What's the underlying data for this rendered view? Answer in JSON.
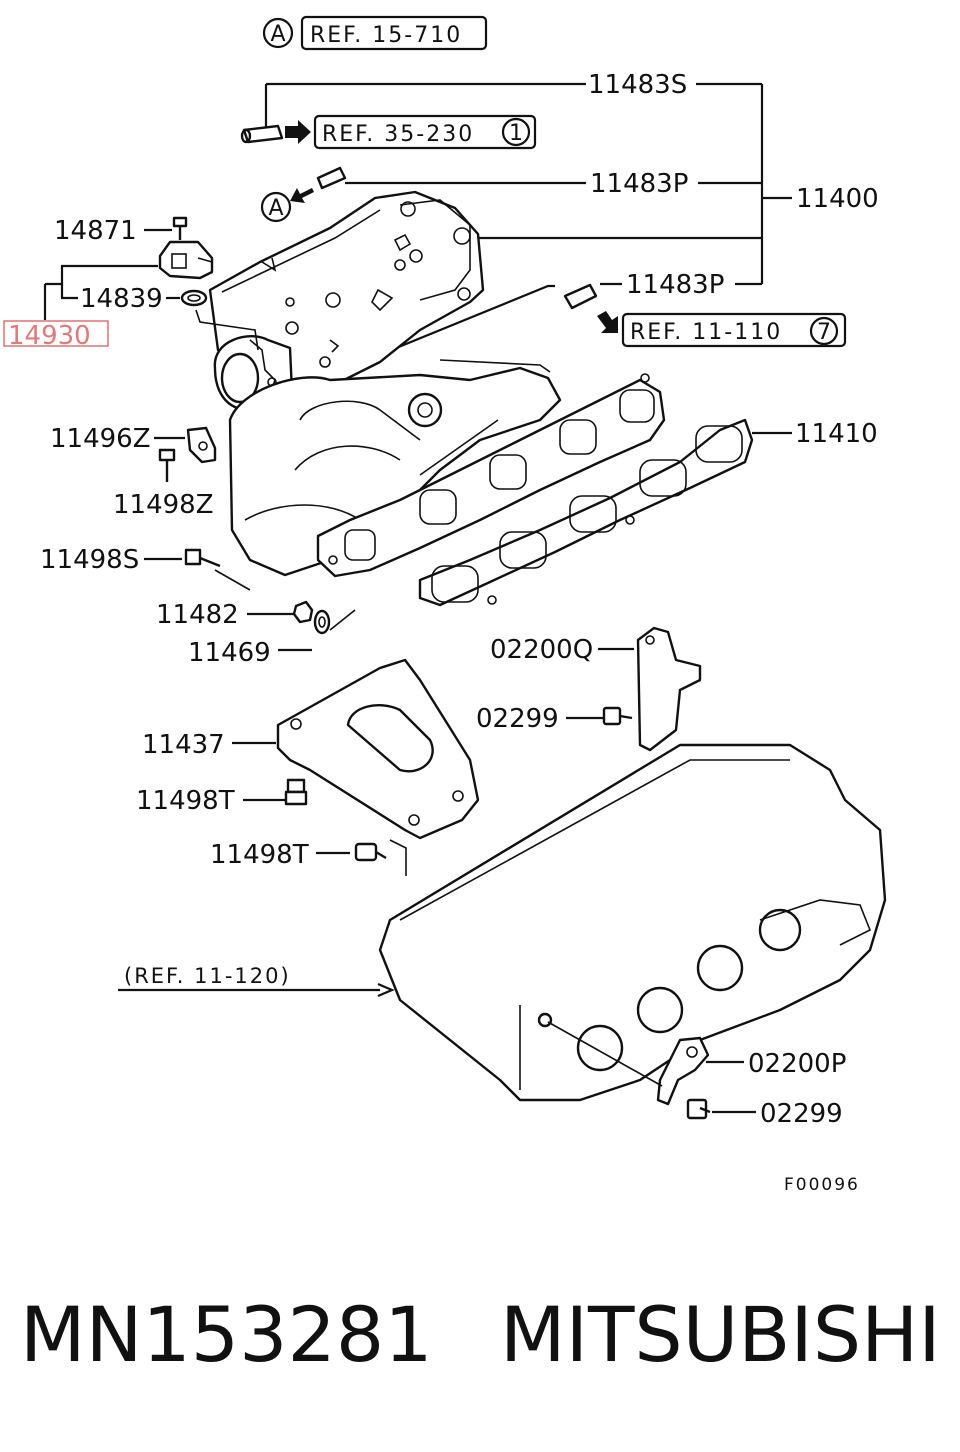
{
  "labels": {
    "ref_15_710": "REF. 15-710",
    "ref_35_230": "REF. 35-230",
    "ref_11_110": "REF. 11-110",
    "ref_11_120": "(REF. 11-120)",
    "circle_a": "A",
    "circle_1": "1",
    "circle_7": "7",
    "p11483S": "11483S",
    "p11483P_a": "11483P",
    "p11483P_b": "11483P",
    "p11400": "11400",
    "p14871": "14871",
    "p14839": "14839",
    "p14930": "14930",
    "p11496Z": "11496Z",
    "p11498Z": "11498Z",
    "p11498S": "11498S",
    "p11410": "11410",
    "p11482": "11482",
    "p11469": "11469",
    "p02200Q": "02200Q",
    "p02299_a": "02299",
    "p11437": "11437",
    "p11498T_a": "11498T",
    "p11498T_b": "11498T",
    "p02200P": "02200P",
    "p02299_b": "02299",
    "figure_code": "F00096"
  },
  "caption": {
    "part_number": "MN153281",
    "brand": "MITSUBISHI"
  },
  "colors": {
    "line": "#111111",
    "highlight": "#e07a7a"
  }
}
